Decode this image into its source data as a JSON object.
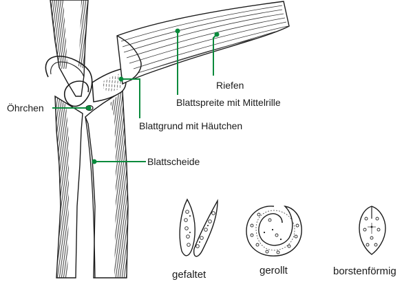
{
  "labels": {
    "riefen": "Riefen",
    "blattspreite": "Blattspreite mit Mittelrille",
    "oehrchen": "Öhrchen",
    "blattgrund": "Blattgrund mit Häutchen",
    "blattscheide": "Blattscheide"
  },
  "captions": {
    "gefaltet": "gefaltet",
    "gerollt": "gerollt",
    "borstenfoermig": "borstenförmig"
  },
  "colors": {
    "leader": "#0a8a3c",
    "ink": "#1a1a1a"
  }
}
